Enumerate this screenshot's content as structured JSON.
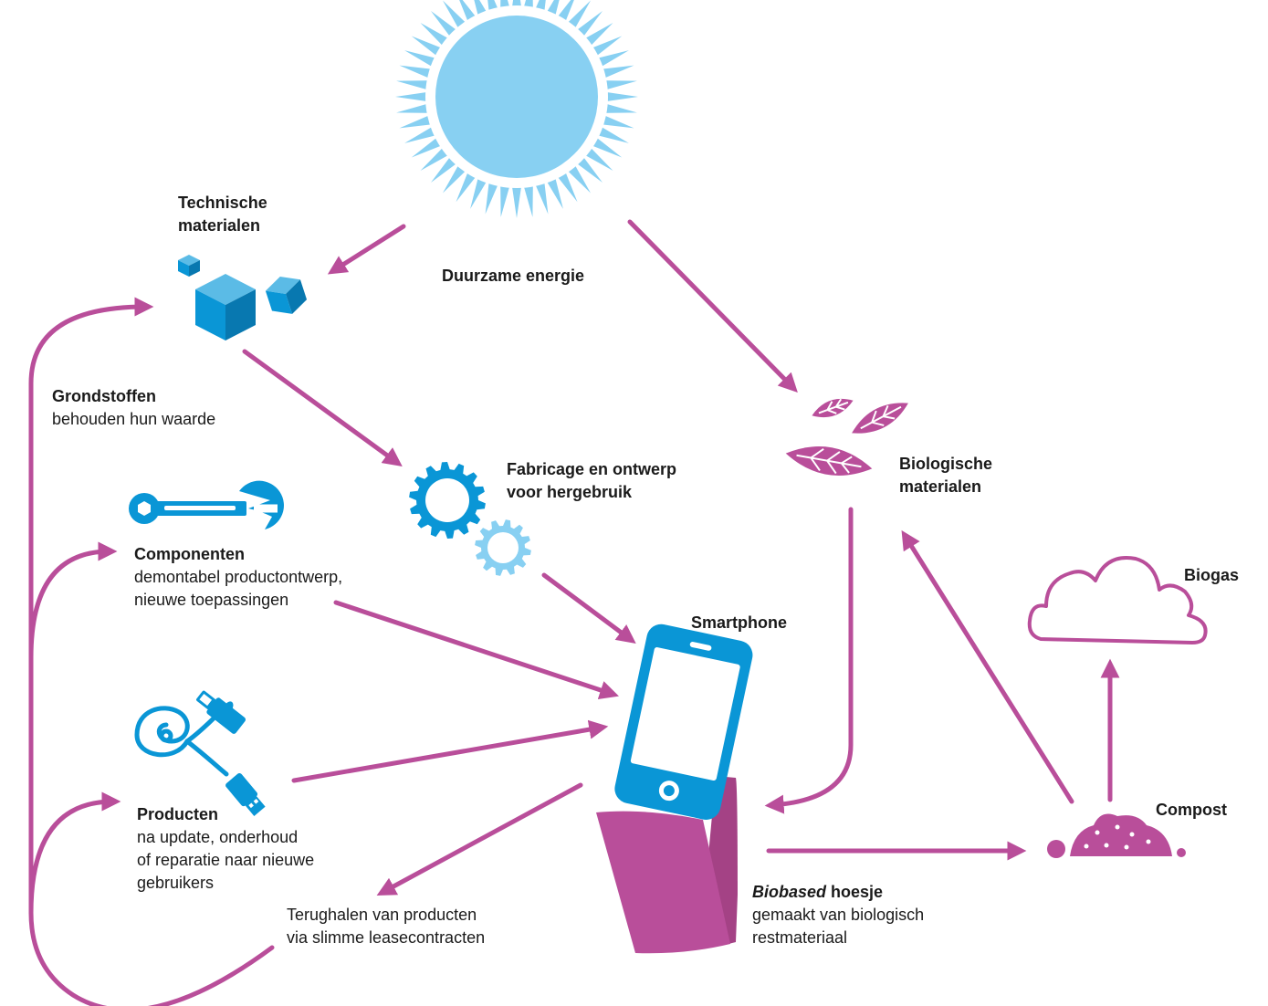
{
  "colors": {
    "magenta": "#b94e9a",
    "blue": "#0a96d6",
    "light_blue": "#88d0f2",
    "text": "#1a1a1a"
  },
  "nodes": {
    "sun": {
      "title": "Duurzame energie",
      "icon": "sun-icon"
    },
    "technical": {
      "title_1": "Technische",
      "title_2": "materialen",
      "icon": "cubes-icon"
    },
    "manufacturing": {
      "title_1": "Fabricage en ontwerp",
      "title_2": "voor hergebruik",
      "icon": "gears-icon"
    },
    "biological": {
      "title_1": "Biologische",
      "title_2": "materialen",
      "icon": "leaves-icon"
    },
    "raw_materials": {
      "title": "Grondstoffen",
      "desc_1": "behouden hun waarde"
    },
    "components": {
      "title": "Componenten",
      "desc_1": "demontabel productontwerp,",
      "desc_2": "nieuwe toepassingen",
      "icon": "wrench-icon"
    },
    "products": {
      "title": "Producten",
      "desc_1": "na update, onderhoud",
      "desc_2": "of reparatie naar nieuwe",
      "desc_3": "gebruikers",
      "icon": "usb-cable-icon"
    },
    "smartphone": {
      "title": "Smartphone",
      "icon": "smartphone-icon"
    },
    "lease": {
      "desc_1": "Terughalen van producten",
      "desc_2": "via slimme leasecontracten"
    },
    "case": {
      "title_em": "Biobased",
      "title_rest": "hoesje",
      "desc_1": "gemaakt van biologisch",
      "desc_2": "restmateriaal",
      "icon": "phone-case-icon"
    },
    "biogas": {
      "title": "Biogas",
      "icon": "cloud-icon"
    },
    "compost": {
      "title": "Compost",
      "icon": "compost-pile-icon"
    }
  }
}
